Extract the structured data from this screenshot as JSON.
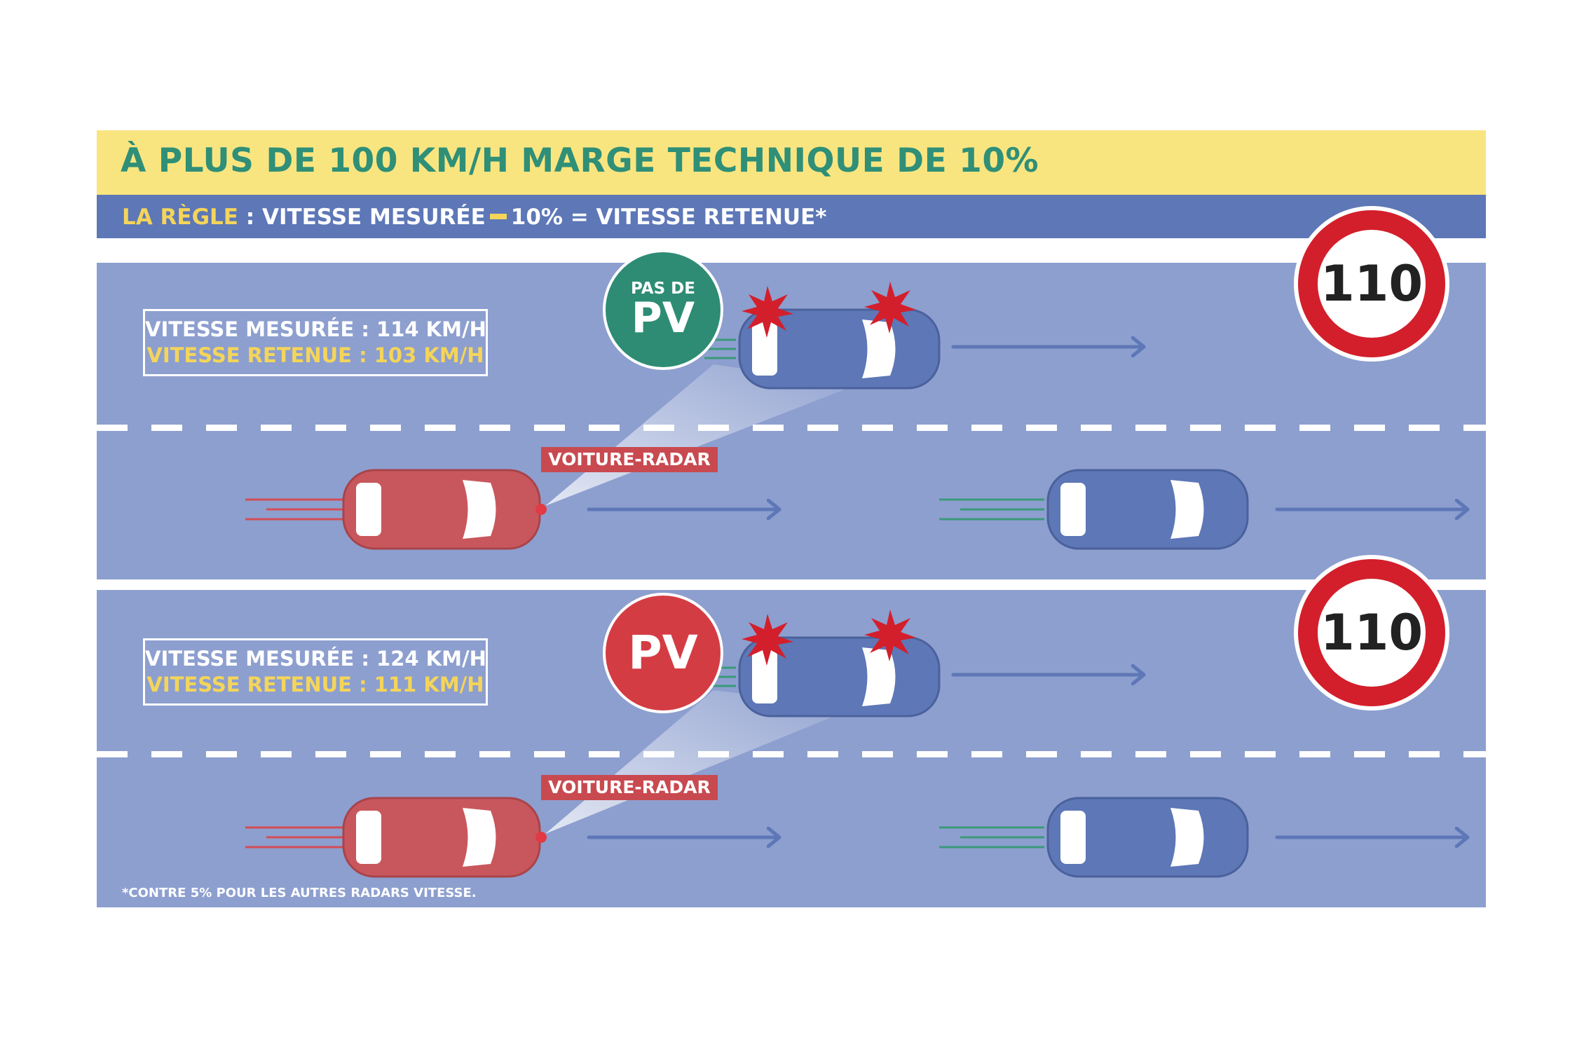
{
  "title": "À PLUS DE 100 KM/H MARGE TECHNIQUE DE 10%",
  "rule": {
    "label": "LA RÈGLE",
    "colon": " : ",
    "part1": "VITESSE MESURÉE",
    "part2": "10% = VITESSE RETENUE*"
  },
  "scenario_top": {
    "measured": "VITESSE MESURÉE : 114 KM/H",
    "retained": "VITESSE RETENUE : 103 KM/H",
    "badge_small": "PAS DE",
    "badge": "PV",
    "speed_limit": "110",
    "radar_label": "VOITURE-RADAR"
  },
  "scenario_bottom": {
    "measured": "VITESSE MESURÉE : 124 KM/H",
    "retained": "VITESSE RETENUE : 111 KM/H",
    "badge": "PV",
    "speed_limit": "110",
    "radar_label": "VOITURE-RADAR"
  },
  "footnote": "*CONTRE 5% POUR LES AUTRES RADARS VITESSE.",
  "colors": {
    "title_bg": "#f9e57f",
    "title_text": "#2f8f77",
    "rule_bg": "#5d77b7",
    "road": "#8d9fcf",
    "blue_car": "#5d77b7",
    "radar_car": "#c8575d",
    "no_pv_badge": "#2e8c74",
    "pv_badge": "#d43c44",
    "sign_ring": "#d31f2b"
  },
  "icons": [
    "speed-limit-sign-icon",
    "police-light-icon",
    "car-icon",
    "arrow-right-icon",
    "radar-beam-icon"
  ]
}
